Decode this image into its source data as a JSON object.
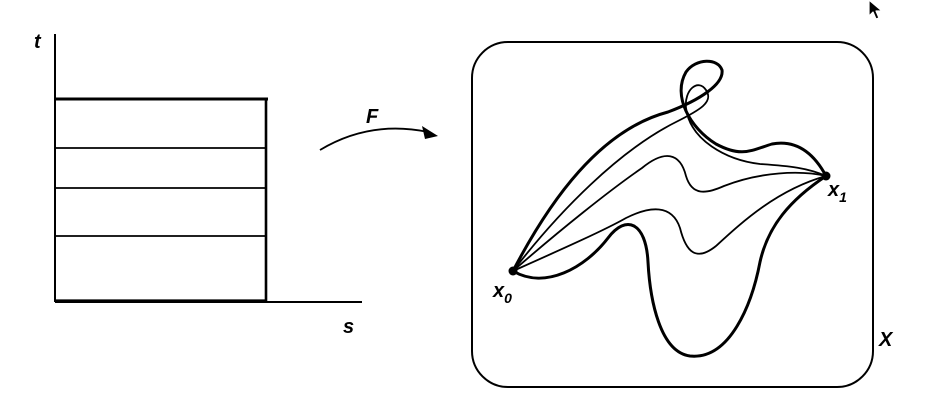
{
  "labels": {
    "t_axis": "t",
    "s_axis": "s",
    "map": "F",
    "x0_base": "x",
    "x0_sub": "0",
    "x1_base": "x",
    "x1_sub": "1",
    "space": "X"
  },
  "colors": {
    "ink": "#000000",
    "background": "#ffffff"
  },
  "icons": {
    "cursor": "mouse-pointer-icon"
  }
}
